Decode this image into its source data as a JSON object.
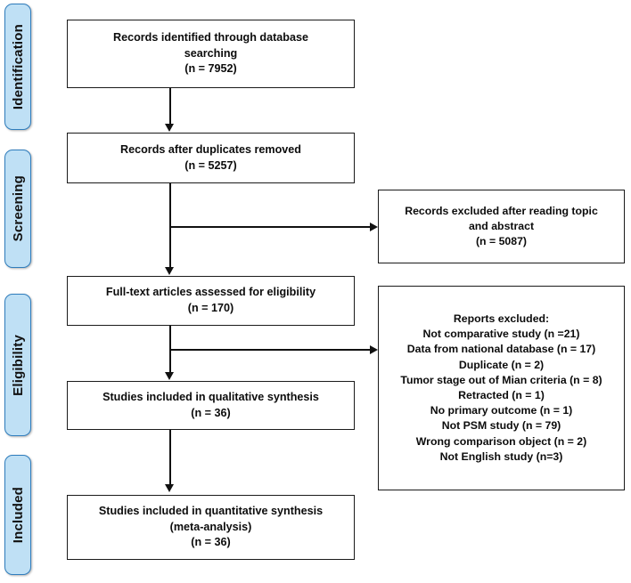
{
  "diagram": {
    "type": "prisma-flow-diagram",
    "stages": [
      {
        "id": "identification",
        "label": "Identification"
      },
      {
        "id": "screening",
        "label": "Screening"
      },
      {
        "id": "eligibility",
        "label": "Eligibility"
      },
      {
        "id": "included",
        "label": "Included"
      }
    ],
    "boxes": [
      {
        "id": "records-identified",
        "text": "Records identified through database\nsearching\n(n = 7952)",
        "n": 7952
      },
      {
        "id": "records-after-duplicates",
        "text": "Records after duplicates removed\n(n = 5257)",
        "n": 5257
      },
      {
        "id": "records-excluded-topic-abstract",
        "text": "Records excluded after reading topic\nand abstract\n(n = 5087)",
        "n": 5087
      },
      {
        "id": "fulltext-assessed",
        "text": "Full-text articles assessed for eligibility\n(n = 170)",
        "n": 170
      },
      {
        "id": "reports-excluded",
        "text": "Reports excluded:\nNot comparative study (n =21)\nData from national database (n = 17)\nDuplicate (n = 2)\nTumor stage out of Mian criteria (n = 8)\nRetracted (n = 1)\nNo primary outcome (n = 1)\nNot PSM study (n = 79)\nWrong comparison object (n = 2)\nNot English study (n=3)",
        "heading": "Reports excluded:",
        "reasons": [
          {
            "label": "Not comparative study",
            "n": 21
          },
          {
            "label": "Data from national database",
            "n": 17
          },
          {
            "label": "Duplicate",
            "n": 2
          },
          {
            "label": "Tumor stage out of Mian criteria",
            "n": 8
          },
          {
            "label": "Retracted",
            "n": 1
          },
          {
            "label": "No primary outcome",
            "n": 1
          },
          {
            "label": "Not PSM study",
            "n": 79
          },
          {
            "label": "Wrong comparison object",
            "n": 2
          },
          {
            "label": "Not English study",
            "n": 3
          }
        ]
      },
      {
        "id": "qualitative-synthesis",
        "text": "Studies included in qualitative synthesis\n(n = 36)",
        "n": 36
      },
      {
        "id": "quantitative-synthesis",
        "text": "Studies included in quantitative synthesis\n(meta-analysis)\n(n = 36)",
        "n": 36
      }
    ],
    "colors": {
      "stage_fill": "#bfe0f5",
      "stage_border": "#2f7dbd",
      "box_border": "#1a1a1a",
      "text": "#0c0c0c",
      "background": "#ffffff"
    }
  }
}
